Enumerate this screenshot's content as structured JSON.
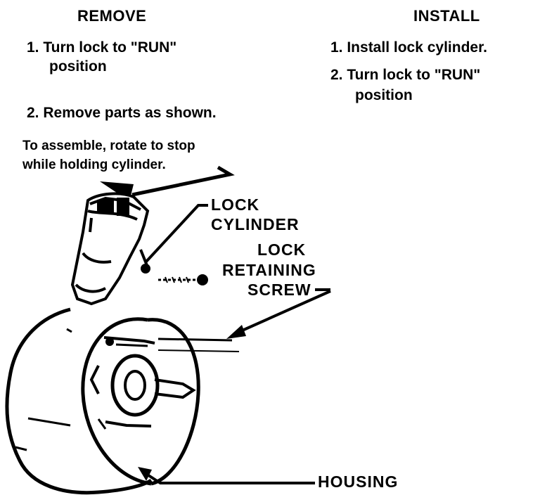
{
  "remove": {
    "heading": "REMOVE",
    "step1_line1": "1. Turn lock to \"RUN\"",
    "step1_line2": "position",
    "step2": "2. Remove parts as shown."
  },
  "install": {
    "heading": "INSTALL",
    "step1": "1. Install lock cylinder.",
    "step2_line1": "2. Turn lock to \"RUN\"",
    "step2_line2": "position"
  },
  "note": {
    "line1": "To assemble, rotate to stop",
    "line2": "while holding cylinder."
  },
  "labels": {
    "lock_cylinder_1": "LOCK",
    "lock_cylinder_2": "CYLINDER",
    "retaining_1": "LOCK",
    "retaining_2": "RETAINING",
    "retaining_3": "SCREW",
    "housing": "HOUSING"
  }
}
